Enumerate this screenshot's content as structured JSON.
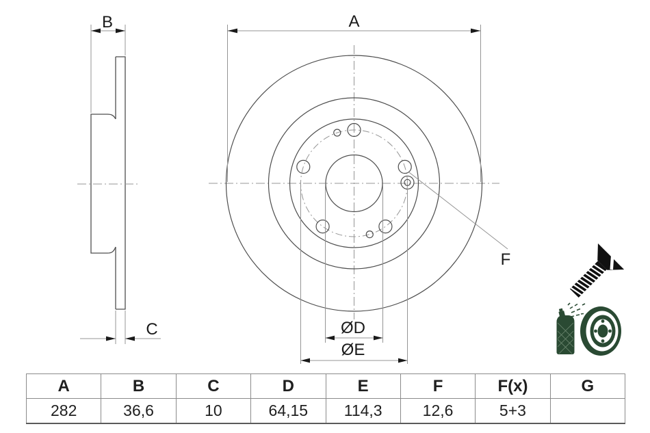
{
  "drawing": {
    "labels": {
      "a": "A",
      "b": "B",
      "c": "C",
      "d": "ØD",
      "e": "ØE",
      "f": "F"
    }
  },
  "spec_table": {
    "headers": [
      "A",
      "B",
      "C",
      "D",
      "E",
      "F",
      "F(x)",
      "G"
    ],
    "values": [
      "282",
      "36,6",
      "10",
      "64,15",
      "114,3",
      "12,6",
      "5+3",
      ""
    ]
  },
  "icons": {
    "screw": "countersunk-screw",
    "spray_can": "spray-can",
    "disc": "brake-disc"
  },
  "colors": {
    "outline": "#4d4d4d",
    "dimension_line": "#949494",
    "arrow": "#1a1a1a",
    "text": "#1a1a1a",
    "table_border": "#8a8a8a",
    "icon_green": "#2a4a33",
    "icon_black": "#111111"
  }
}
